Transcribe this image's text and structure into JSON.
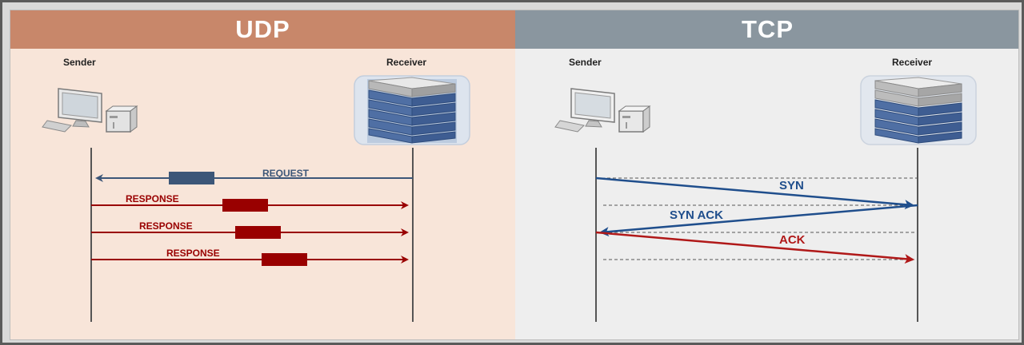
{
  "udp": {
    "title": "UDP",
    "sender_label": "Sender",
    "receiver_label": "Receiver",
    "messages": [
      {
        "label": "REQUEST",
        "direction": "receiver-to-sender",
        "color": "#3c5678"
      },
      {
        "label": "RESPONSE",
        "direction": "sender-to-receiver",
        "color": "#990000"
      },
      {
        "label": "RESPONSE",
        "direction": "sender-to-receiver",
        "color": "#990000"
      },
      {
        "label": "RESPONSE",
        "direction": "sender-to-receiver",
        "color": "#990000"
      }
    ]
  },
  "tcp": {
    "title": "TCP",
    "sender_label": "Sender",
    "receiver_label": "Receiver",
    "messages": [
      {
        "label": "SYN",
        "direction": "sender-to-receiver",
        "color": "#1f4e8c"
      },
      {
        "label": "SYN ACK",
        "direction": "receiver-to-sender",
        "color": "#1f4e8c"
      },
      {
        "label": "ACK",
        "direction": "sender-to-receiver",
        "color": "#b01818"
      }
    ]
  },
  "colors": {
    "udp_header": "#c8876a",
    "udp_background": "#f8e5d9",
    "tcp_header": "#8a969f",
    "tcp_background": "#eeeeee",
    "request_blue": "#3c5678",
    "response_red": "#990000"
  },
  "icons": {
    "sender": "desktop-computer-icon",
    "receiver": "server-rack-icon"
  }
}
